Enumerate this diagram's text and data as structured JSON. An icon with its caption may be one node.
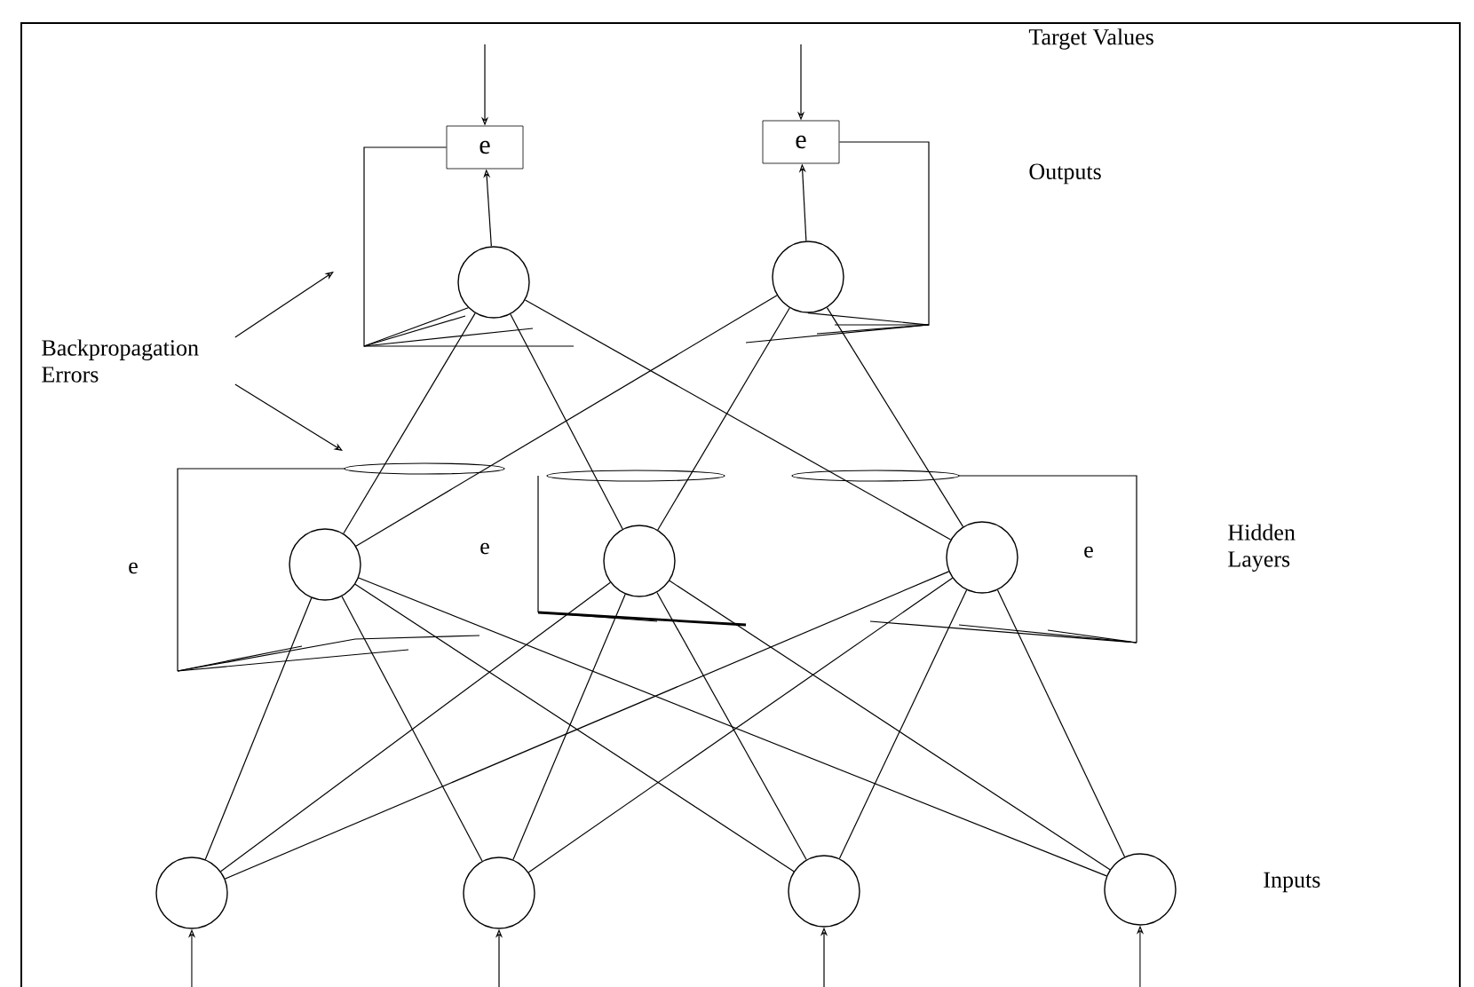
{
  "diagram": {
    "nodes": [
      {
        "text": [
          "e"
        ]
      },
      {
        "text": [
          "e"
        ]
      },
      {
        "text": [],
        "shape": "circle"
      },
      {
        "text": [],
        "shape": "circle"
      },
      {
        "text": [
          "Backpropagation Errors"
        ]
      },
      {
        "text": [],
        "shape": "circle"
      },
      {
        "text": [],
        "shape": "circle"
      },
      {
        "text": [],
        "shape": "circle"
      },
      {
        "text": [],
        "shape": "circle"
      },
      {
        "text": [],
        "shape": "circle"
      },
      {
        "text": [],
        "shape": "circle"
      },
      {
        "text": [],
        "shape": "circle"
      }
    ],
    "edges": [
      {
        "from": null,
        "to": 8,
        "arrow": "to"
      },
      {
        "from": null,
        "to": 9,
        "arrow": "to"
      },
      {
        "from": null,
        "to": 10,
        "arrow": "to"
      },
      {
        "from": null,
        "to": 11,
        "arrow": "to"
      },
      {
        "from": null,
        "to": 0,
        "arrow": "to"
      },
      {
        "from": null,
        "to": 1,
        "arrow": "to"
      },
      {
        "from": 2,
        "to": 0,
        "arrow": "to"
      },
      {
        "from": 3,
        "to": 1,
        "arrow": "to"
      },
      {
        "from": 0,
        "to": 2,
        "arrow": "none"
      },
      {
        "from": 1,
        "to": 3,
        "arrow": "none"
      },
      {
        "from": 4,
        "to": null,
        "arrow": "to"
      },
      {
        "from": 4,
        "to": null,
        "arrow": "to"
      },
      {
        "from": 5,
        "to": 2,
        "arrow": "none"
      },
      {
        "from": 5,
        "to": 3,
        "arrow": "none"
      },
      {
        "from": 6,
        "to": 2,
        "arrow": "none"
      },
      {
        "from": 6,
        "to": 3,
        "arrow": "none"
      },
      {
        "from": 7,
        "to": 2,
        "arrow": "none"
      },
      {
        "from": 7,
        "to": 3,
        "arrow": "none"
      },
      {
        "from": 8,
        "to": 5,
        "arrow": "none"
      },
      {
        "from": 8,
        "to": 6,
        "arrow": "none"
      },
      {
        "from": 8,
        "to": 7,
        "arrow": "none"
      },
      {
        "from": 9,
        "to": 5,
        "arrow": "none"
      },
      {
        "from": 9,
        "to": 6,
        "arrow": "none"
      },
      {
        "from": 9,
        "to": 7,
        "arrow": "none"
      },
      {
        "from": 10,
        "to": 5,
        "arrow": "none"
      },
      {
        "from": 10,
        "to": 6,
        "arrow": "none"
      },
      {
        "from": 10,
        "to": 7,
        "arrow": "none"
      },
      {
        "from": 11,
        "to": 5,
        "arrow": "none"
      },
      {
        "from": 11,
        "to": 6,
        "arrow": "none"
      },
      {
        "from": 11,
        "to": 7,
        "arrow": "none"
      }
    ],
    "labels": [
      "Target Values",
      "Outputs",
      "e",
      "e",
      "e",
      "Hidden Layers",
      "Inputs"
    ]
  }
}
